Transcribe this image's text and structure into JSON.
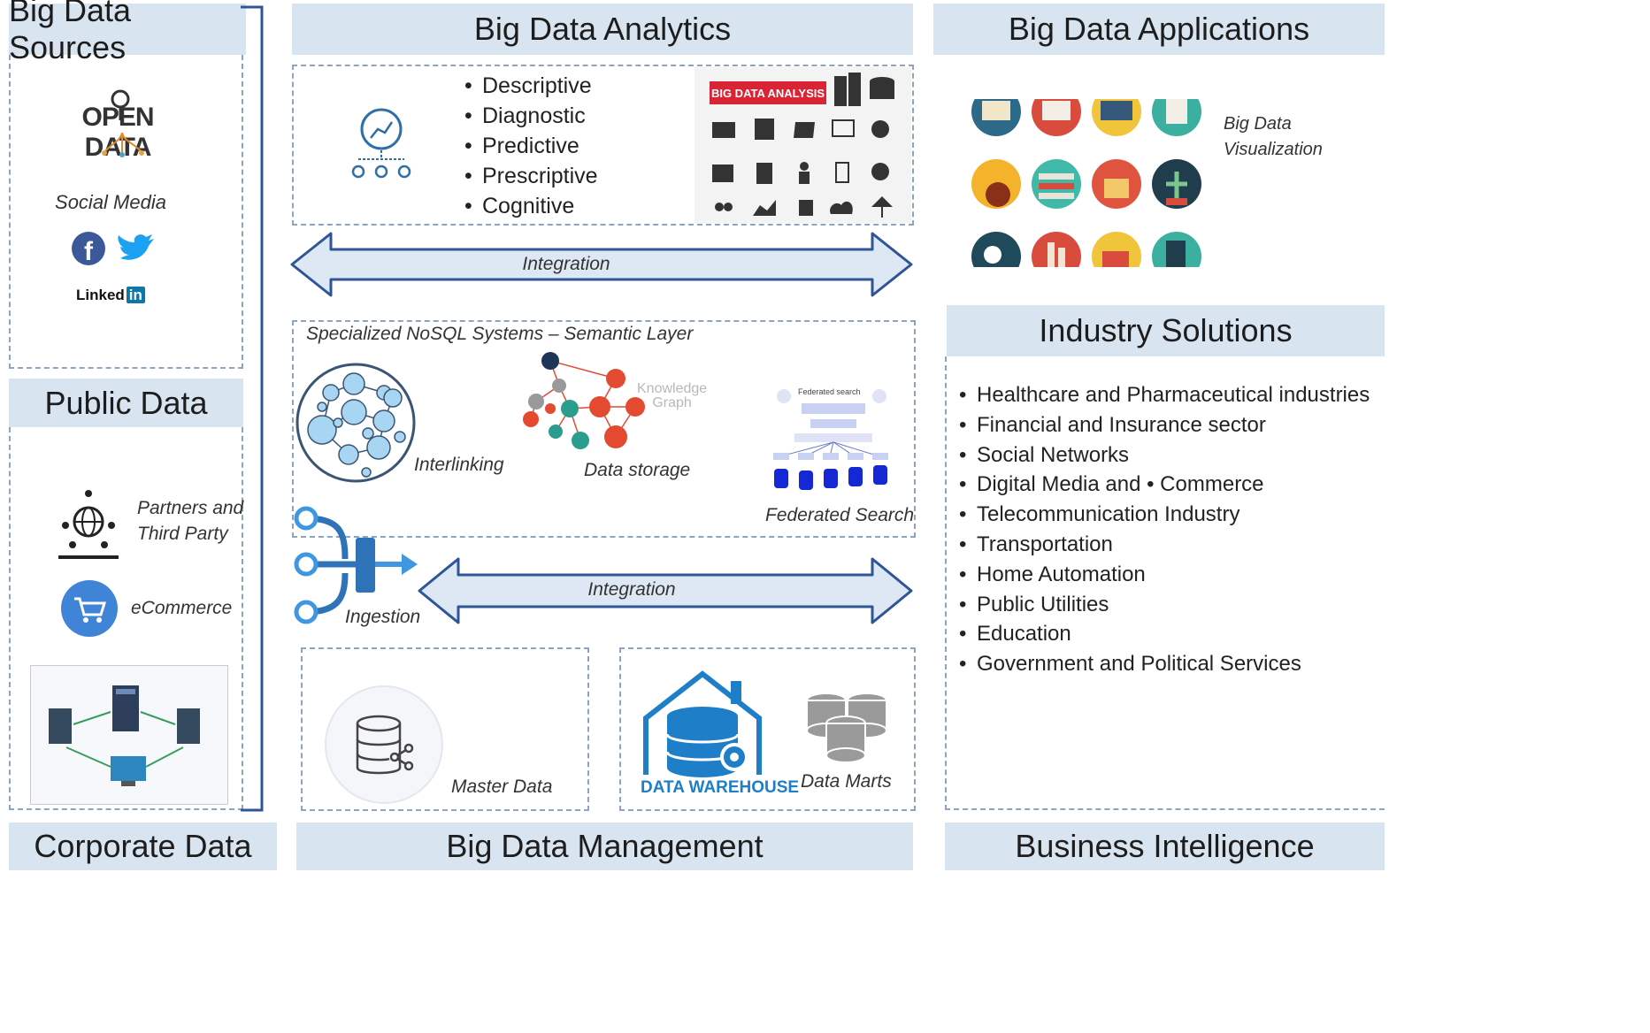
{
  "sections": {
    "sources": "Big Data Sources",
    "analytics": "Big Data Analytics",
    "applications": "Big Data Applications",
    "public_data": "Public Data",
    "industry": "Industry Solutions",
    "corporate": "Corporate Data",
    "management": "Big Data Management",
    "bi": "Business Intelligence"
  },
  "sources": {
    "open_data_logo": "OPEN DATA",
    "social_media": "Social Media",
    "linkedin_text": "Linked",
    "linkedin_in": "in",
    "partners": "Partners and\nThird Party",
    "ecommerce": "eCommerce"
  },
  "analytics": {
    "types": [
      "Descriptive",
      "Diagnostic",
      "Predictive",
      "Prescriptive",
      "Cognitive"
    ],
    "banner": "BIG DATA ANALYSIS"
  },
  "integration_top": "Integration",
  "integration_bottom": "Integration",
  "semantic": {
    "title": "Specialized NoSQL Systems – Semantic Layer",
    "interlinking": "Interlinking",
    "kg": "Knowledge\nGraph",
    "data_storage": "Data storage",
    "federated": "Federated Search",
    "fs_header": "Federated search"
  },
  "ingestion": "Ingestion",
  "master_data": "Master Data",
  "data_warehouse": "DATA WAREHOUSE",
  "data_marts": "Data Marts",
  "applications": {
    "viz": "Big Data\nVisualization"
  },
  "industries": [
    "Healthcare and Pharmaceutical industries",
    "Financial and Insurance sector",
    "Social Networks",
    "Digital Media and • Commerce",
    "Telecommunication Industry",
    "Transportation",
    "Home Automation",
    "Public Utilities",
    "Education",
    "Government and Political Services"
  ],
  "colors": {
    "header_bg": "#d9e4f1",
    "arrow_fill": "#dde8f4",
    "arrow_stroke": "#2f5597",
    "accent_blue": "#1e7ec8"
  }
}
